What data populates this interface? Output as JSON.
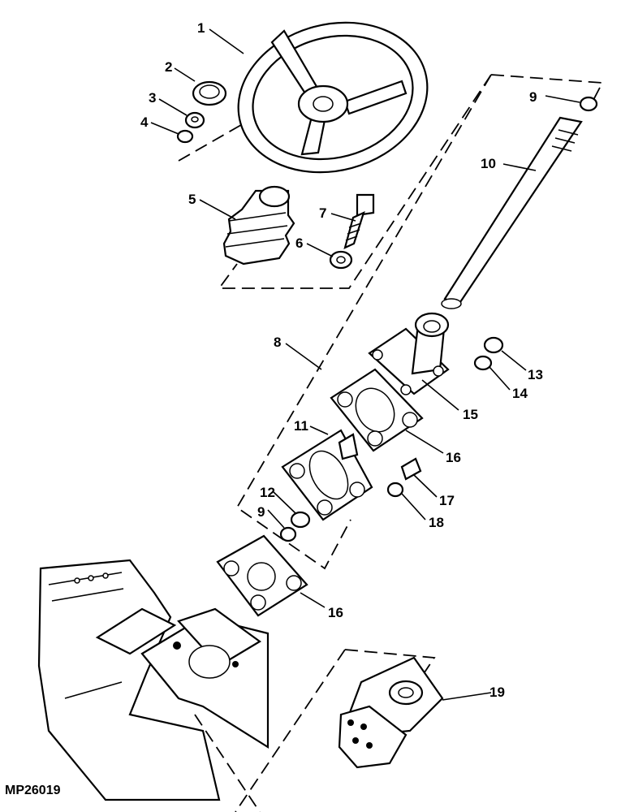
{
  "figure_ref": "MP26019",
  "callouts": {
    "c1": "1",
    "c2": "2",
    "c3": "3",
    "c4": "4",
    "c5": "5",
    "c6": "6",
    "c7": "7",
    "c8": "8",
    "c9a": "9",
    "c9b": "9",
    "c10": "10",
    "c11": "11",
    "c12": "12",
    "c13": "13",
    "c14": "14",
    "c15": "15",
    "c16a": "16",
    "c16b": "16",
    "c17": "17",
    "c18": "18",
    "c19": "19"
  }
}
